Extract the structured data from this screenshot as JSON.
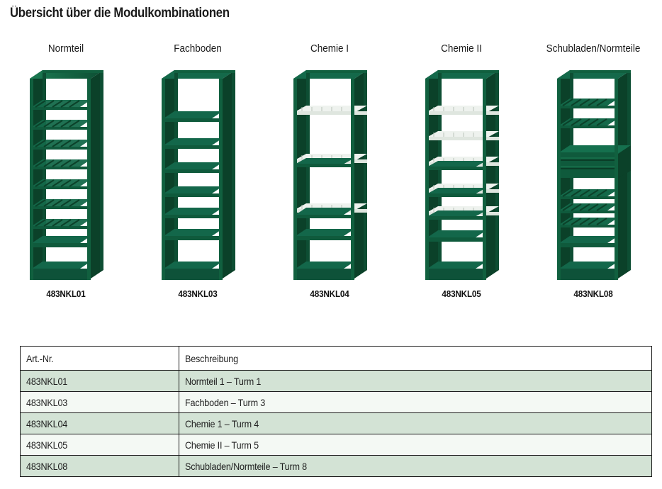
{
  "page": {
    "title": "Übersicht über die Modulkombinationen",
    "background": "#ffffff",
    "rack_color": "#11603f",
    "rack_color_dark": "#0b4129",
    "rack_color_light": "#1b7a52",
    "tray_color": "#f2f5f2",
    "table_tint": "#d3e3d5",
    "table_tint_alt": "#f4f9f4"
  },
  "modules": [
    {
      "title": "Normteil",
      "art_nr": "483NKL01",
      "icon": "rack-normteil-icon",
      "shelf_layout": "slatted-tall"
    },
    {
      "title": "Fachboden",
      "art_nr": "483NKL03",
      "icon": "rack-fachboden-icon",
      "shelf_layout": "solid-shelves"
    },
    {
      "title": "Chemie I",
      "art_nr": "483NKL04",
      "icon": "rack-chemie-1-icon",
      "shelf_layout": "chemical-trays-few"
    },
    {
      "title": "Chemie II",
      "art_nr": "483NKL05",
      "icon": "rack-chemie-2-icon",
      "shelf_layout": "chemical-trays-many"
    },
    {
      "title": "Schubladen/Normteile",
      "art_nr": "483NKL08",
      "icon": "rack-schubladen-normteile-icon",
      "shelf_layout": "slatted-with-drawers"
    }
  ],
  "table": {
    "headers": [
      "Art.-Nr.",
      "Beschreibung"
    ],
    "rows": [
      {
        "art_nr": "483NKL01",
        "description": "Normteil 1 – Turm 1"
      },
      {
        "art_nr": "483NKL03",
        "description": "Fachboden – Turm 3"
      },
      {
        "art_nr": "483NKL04",
        "description": "Chemie 1 – Turm 4"
      },
      {
        "art_nr": "483NKL05",
        "description": "Chemie II – Turm 5"
      },
      {
        "art_nr": "483NKL08",
        "description": "Schubladen/Normteile – Turm 8"
      }
    ]
  }
}
